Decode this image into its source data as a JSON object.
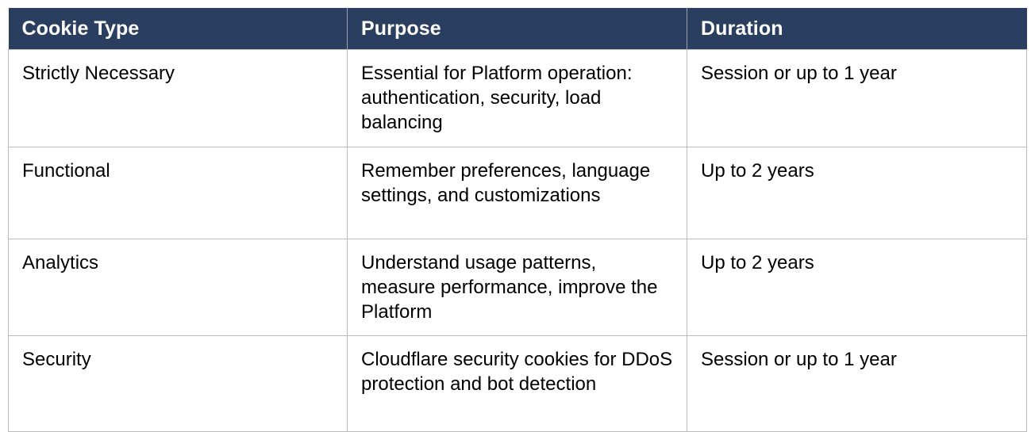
{
  "table": {
    "accent_header_bg": "#2a3f5f",
    "header_text_color": "#ffffff",
    "border_color": "#bcbcbc",
    "body_text_color": "#000000",
    "columns": [
      {
        "key": "cookie_type",
        "label": "Cookie Type"
      },
      {
        "key": "purpose",
        "label": "Purpose"
      },
      {
        "key": "duration",
        "label": "Duration"
      }
    ],
    "rows": [
      {
        "cookie_type": "Strictly Necessary",
        "purpose": "Essential for Platform operation: authentication, security, load balancing",
        "duration": "Session or up to 1 year"
      },
      {
        "cookie_type": "Functional",
        "purpose": "Remember preferences, language settings, and customizations",
        "duration": "Up to 2 years"
      },
      {
        "cookie_type": "Analytics",
        "purpose": "Understand usage patterns, measure performance, improve the Platform",
        "duration": "Up to 2 years"
      },
      {
        "cookie_type": "Security",
        "purpose": "Cloudflare security cookies for DDoS protection and bot detection",
        "duration": "Session or up to 1 year"
      }
    ]
  }
}
